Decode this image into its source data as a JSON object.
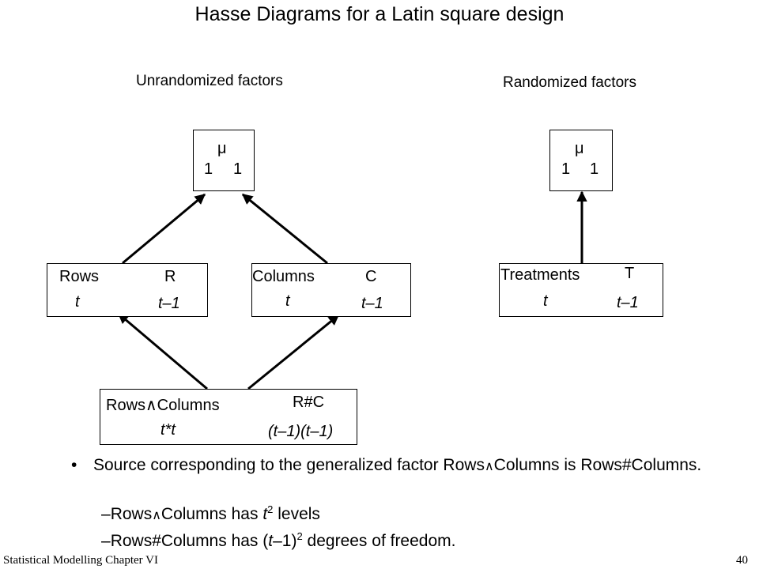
{
  "title": "Hasse Diagrams for a Latin square design",
  "diagram": {
    "unrandomized_title": "Unrandomized factors",
    "randomized_title": "Randomized factors",
    "boxes": {
      "mean_left": {
        "name": "μ",
        "levels": "1",
        "df": "1"
      },
      "rows": {
        "name": "Rows",
        "symbol": "R",
        "levels": "t",
        "df": "t–1"
      },
      "columns": {
        "name": "Columns",
        "symbol": "C",
        "levels": "t",
        "df": "t–1"
      },
      "rowscols": {
        "name": "Rows∧Columns",
        "symbol": "R#C",
        "levels": "t*t",
        "df": "(t–1)(t–1)"
      },
      "mean_right": {
        "name": "μ",
        "levels": "1",
        "df": "1"
      },
      "treatments": {
        "name": "Treatments",
        "symbol": "T",
        "levels": "t",
        "df": "t–1"
      }
    }
  },
  "bullets": {
    "main_a": "Source corresponding to the generalized factor Rows",
    "main_b": "Columns is Rows#Columns.",
    "sub1_a": "Rows",
    "sub1_b": "Columns has ",
    "sub1_var": "t",
    "sub1_exp": "2",
    "sub1_c": " levels",
    "sub2_a": "Rows#Columns has (",
    "sub2_var": "t",
    "sub2_b": "–1)",
    "sub2_exp": "2",
    "sub2_c": " degrees of freedom."
  },
  "footer": {
    "left": "Statistical Modelling   Chapter VI",
    "page": "40"
  }
}
